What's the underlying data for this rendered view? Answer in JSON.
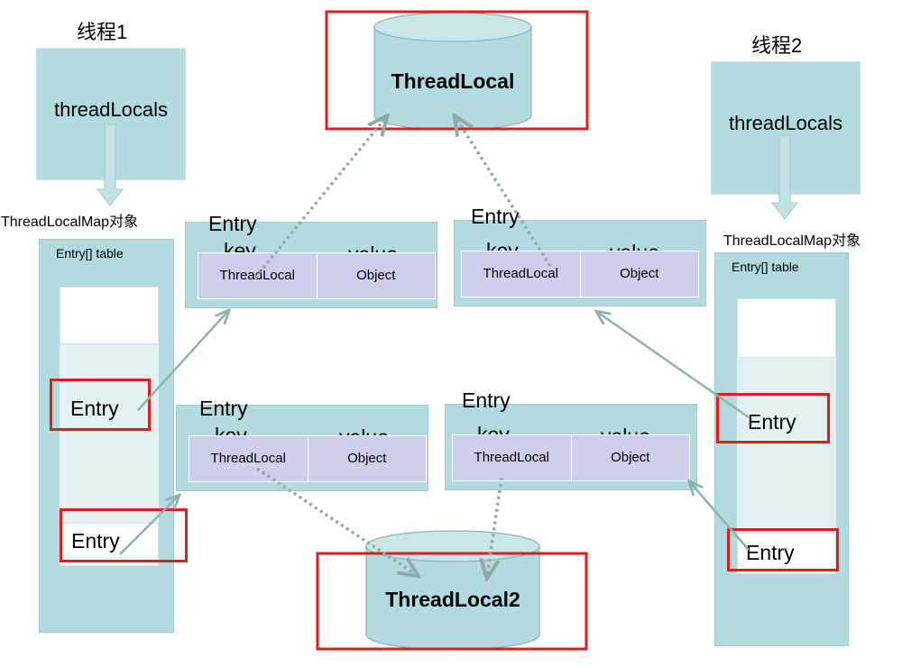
{
  "thread1": {
    "title": "线程1",
    "box_label": "threadLocals",
    "map_caption": "ThreadLocalMap对象",
    "table_caption": "Entry[] table",
    "entries": [
      "Entry",
      "Entry"
    ]
  },
  "thread2": {
    "title": "线程2",
    "box_label": "threadLocals",
    "map_caption": "ThreadLocalMap对象",
    "table_caption": "Entry[] table",
    "entries": [
      "Entry",
      "Entry"
    ]
  },
  "threadlocal1": {
    "label": "ThreadLocal"
  },
  "threadlocal2": {
    "label": "ThreadLocal2"
  },
  "cards": [
    {
      "title": "Entry",
      "key_label": "key",
      "value_label": "value",
      "key_cell": "ThreadLocal",
      "value_cell": "Object"
    },
    {
      "title": "Entry",
      "key_label": "key",
      "value_label": "value",
      "key_cell": "ThreadLocal",
      "value_cell": "Object"
    },
    {
      "title": "Entry",
      "key_label": "key",
      "value_label": "value",
      "key_cell": "ThreadLocal",
      "value_cell": "Object"
    },
    {
      "title": "Entry",
      "key_label": "key",
      "value_label": "value",
      "key_cell": "ThreadLocal",
      "value_cell": "Object"
    }
  ],
  "colors": {
    "teal": "#b1dbde",
    "kv_row": "#cfcdec",
    "highlight_red": "#e31b1b",
    "arrow": "#8fb1b3",
    "dotted_arrow": "#8fa8aa"
  }
}
